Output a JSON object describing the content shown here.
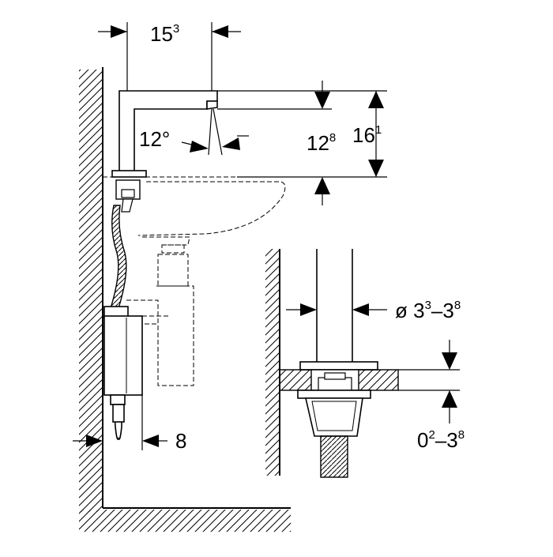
{
  "dimensions": {
    "spout_reach": {
      "main": "15",
      "sup": "3"
    },
    "spray_angle": "12°",
    "spout_height": {
      "main": "12",
      "sup": "8"
    },
    "total_height": {
      "main": "16",
      "sup": "1"
    },
    "wall_gap": "8",
    "pipe_diameter": {
      "prefix": "ø ",
      "a": "3",
      "a_sup": "3",
      "sep": "–",
      "b": "3",
      "b_sup": "8"
    },
    "deck_thickness": {
      "a": "0",
      "a_sup": "2",
      "sep": "–",
      "b": "3",
      "b_sup": "8"
    }
  }
}
